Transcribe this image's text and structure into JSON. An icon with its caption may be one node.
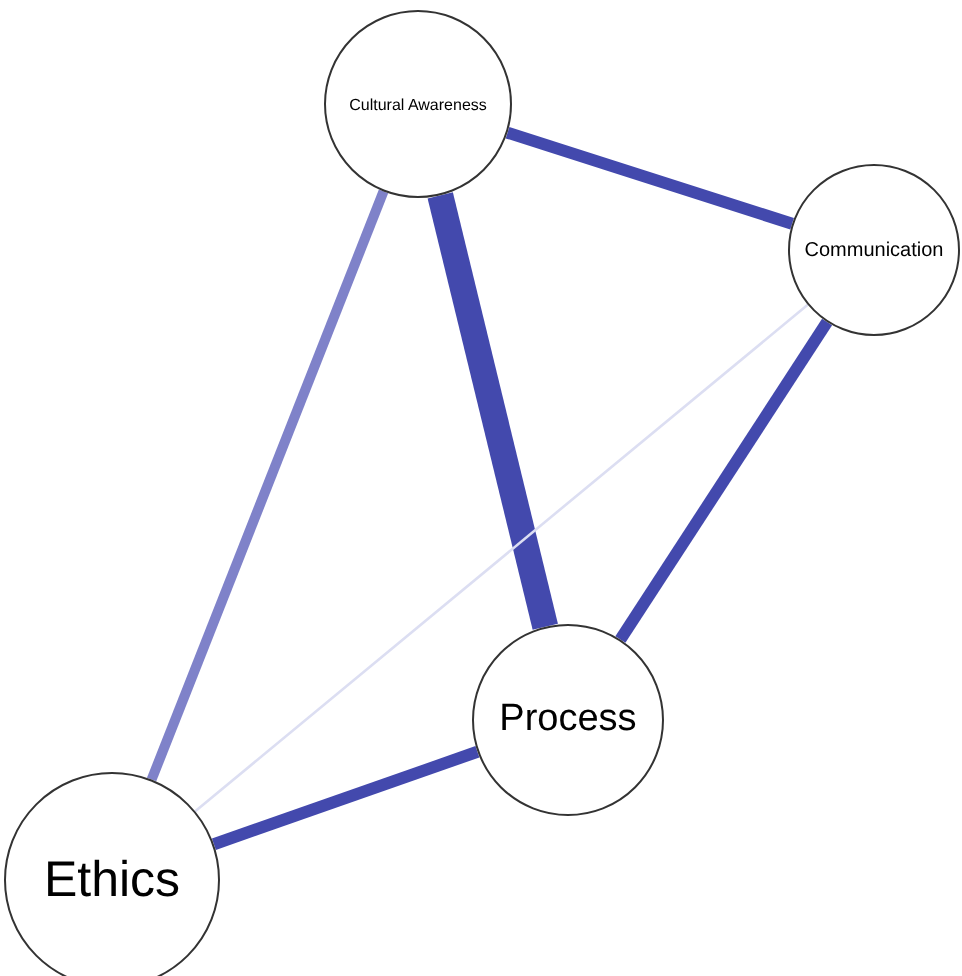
{
  "diagram": {
    "nodes": [
      {
        "text": [
          "Cultural Awareness"
        ]
      },
      {
        "text": [
          "Communication"
        ]
      },
      {
        "text": [
          "Process"
        ]
      },
      {
        "text": [
          "Ethics"
        ]
      }
    ],
    "edges": [
      {
        "from": 0,
        "to": 1,
        "arrow": "none"
      },
      {
        "from": 0,
        "to": 2,
        "arrow": "none",
        "style": "thick"
      },
      {
        "from": 1,
        "to": 2,
        "arrow": "none"
      },
      {
        "from": 0,
        "to": 3,
        "arrow": "none",
        "color": "#7f82c9"
      },
      {
        "from": 1,
        "to": 3,
        "arrow": "none",
        "color": "#dcdef2"
      },
      {
        "from": 2,
        "to": 3,
        "arrow": "none"
      }
    ]
  }
}
